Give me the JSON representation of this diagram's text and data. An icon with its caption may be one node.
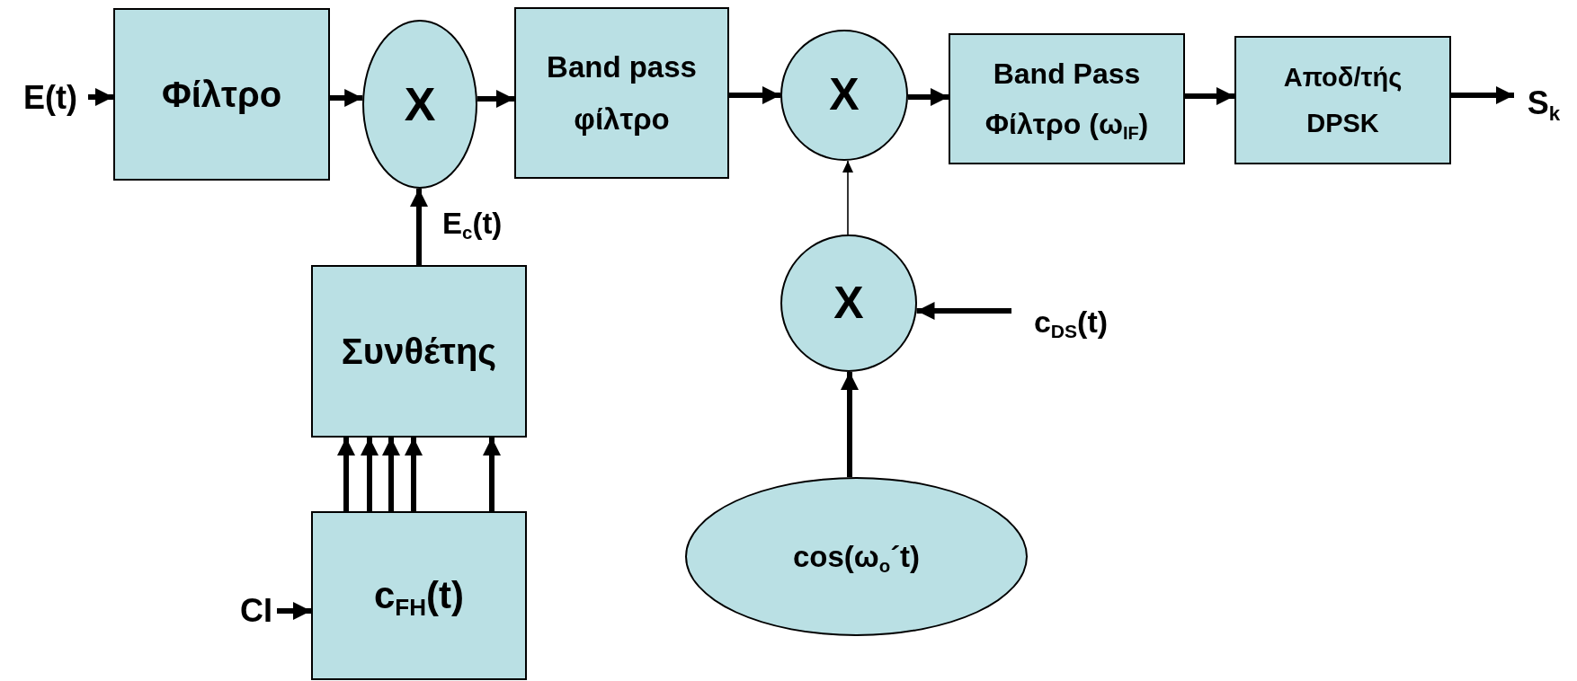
{
  "diagram": {
    "nodes": [
      {
        "text": [
          "E(t)"
        ]
      },
      {
        "text": [
          "Φίλτρο"
        ]
      },
      {
        "text": [
          "X"
        ]
      },
      {
        "text": [
          "Band pass φίλτρο"
        ]
      },
      {
        "text": [
          "X"
        ]
      },
      {
        "text": [
          "Band Pass Φίλτρο (ω$_{IF}$)"
        ]
      },
      {
        "text": [
          "Αποδ/τής DPSK"
        ]
      },
      {
        "text": [
          "S$_{k}$"
        ]
      },
      {
        "text": [
          "Συνθέτης"
        ]
      },
      {
        "text": [
          "c$_{FH}$(t)"
        ]
      },
      {
        "text": [
          "CI"
        ]
      },
      {
        "text": [
          "X"
        ]
      },
      {
        "text": [
          "c$_{DS}$(t)"
        ]
      },
      {
        "text": [
          "cos(ω$_{o}$´t)"
        ]
      }
    ],
    "edges": [
      {
        "from": 0,
        "to": 1,
        "arrow": "to"
      },
      {
        "from": 1,
        "to": 2,
        "arrow": "to"
      },
      {
        "from": 8,
        "to": 2,
        "arrow": "to",
        "label": "E$_{c}$(t)"
      },
      {
        "from": 2,
        "to": 3,
        "arrow": "to"
      },
      {
        "from": 3,
        "to": 4,
        "arrow": "to"
      },
      {
        "from": 4,
        "to": 5,
        "arrow": "to"
      },
      {
        "from": 5,
        "to": 6,
        "arrow": "to"
      },
      {
        "from": 6,
        "to": 7,
        "arrow": "to"
      },
      {
        "from": 11,
        "to": 4,
        "arrow": "to"
      },
      {
        "from": 12,
        "to": 11,
        "arrow": "to"
      },
      {
        "from": 13,
        "to": 11,
        "arrow": "to"
      },
      {
        "from": 10,
        "to": 9,
        "arrow": "to"
      },
      {
        "from": 9,
        "to": 8,
        "arrow": "to"
      },
      {
        "from": 9,
        "to": 8,
        "arrow": "to"
      },
      {
        "from": 9,
        "to": 8,
        "arrow": "to"
      },
      {
        "from": 9,
        "to": 8,
        "arrow": "to"
      },
      {
        "from": 9,
        "to": 8,
        "arrow": "to"
      }
    ]
  }
}
